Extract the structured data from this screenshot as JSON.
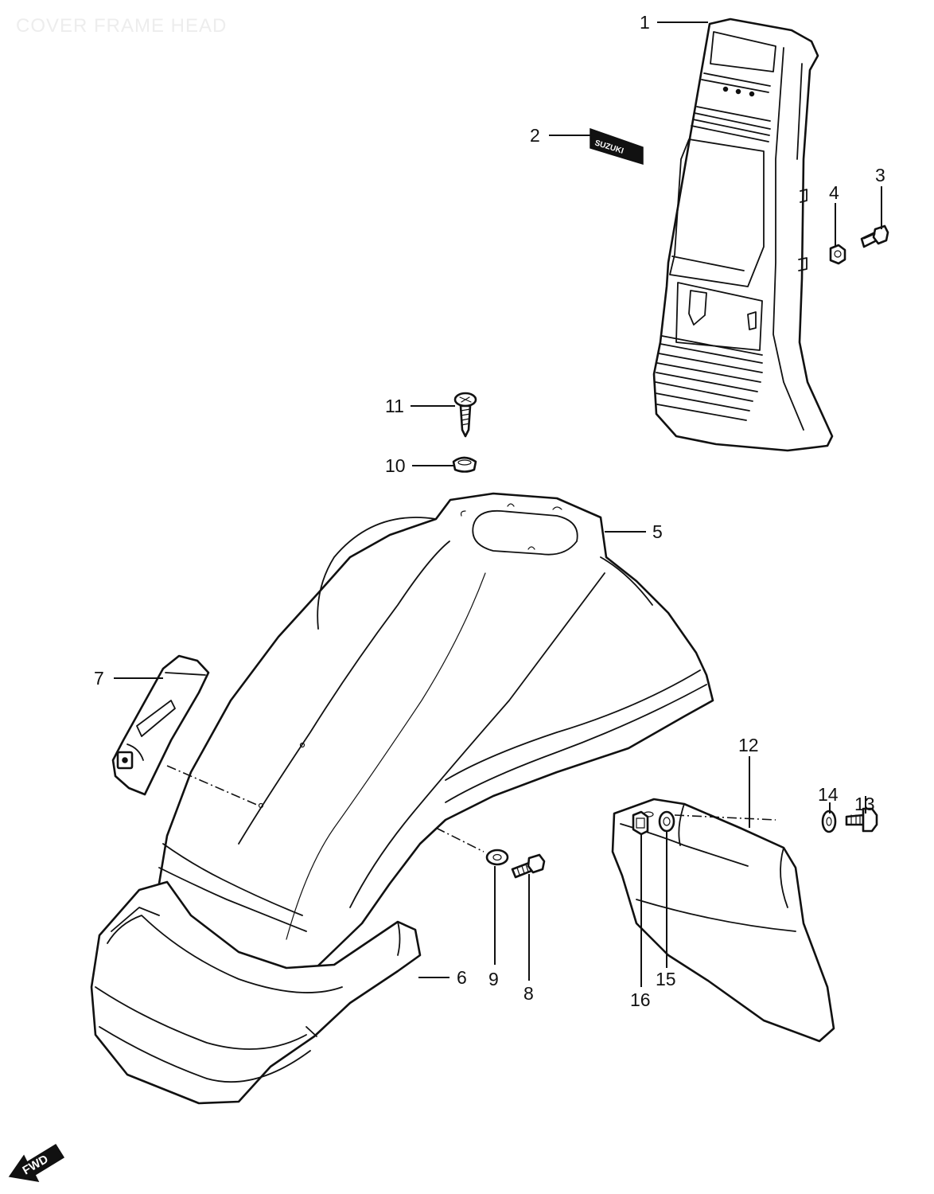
{
  "diagram": {
    "title": "COVER FRAME HEAD",
    "fwd_label": "FWD",
    "emblem_label": "SUZUKI",
    "callouts": {
      "c1": "1",
      "c2": "2",
      "c3": "3",
      "c4": "4",
      "c5": "5",
      "c6": "6",
      "c7": "7",
      "c8": "8",
      "c9": "9",
      "c10": "10",
      "c11": "11",
      "c12": "12",
      "c13": "13",
      "c14": "14",
      "c15": "15",
      "c16": "16"
    },
    "colors": {
      "ink": "#111111",
      "paper": "#ffffff",
      "watermark": "#ededed"
    }
  }
}
